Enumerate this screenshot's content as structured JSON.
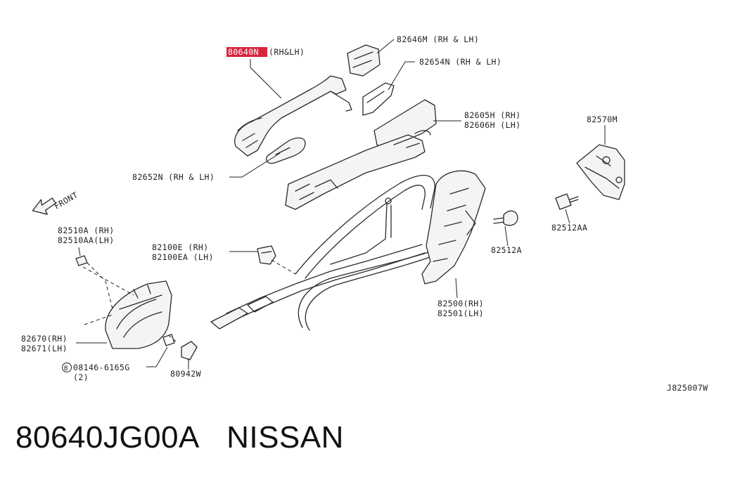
{
  "labels": {
    "handle": "80640N",
    "handle_side": "(RH&LH)",
    "p82646m": "82646M (RH & LH)",
    "p82654n": "82654N (RH & LH)",
    "p82605h": "82605H (RH)",
    "p82606h": "82606H (LH)",
    "p82570m": "82570M",
    "p82652n": "82652N (RH & LH)",
    "front": "FRONT",
    "p82510a": "82510A  (RH)",
    "p82510aa": "82510AA(LH)",
    "p82100e": "82100E  (RH)",
    "p82100ea": "82100EA (LH)",
    "p82512aa": "82512AA",
    "p82512a": "82512A",
    "p82500": "82500(RH)",
    "p82501": "82501(LH)",
    "p82670": "82670(RH)",
    "p82671": "82671(LH)",
    "bolt_b": "B",
    "bolt": "08146-6165G",
    "bolt_qty": "(2)",
    "p80942w": "80942W",
    "diagram_code": "J825007W"
  },
  "caption": {
    "part_number": "80640JG00A",
    "brand": "NISSAN"
  },
  "colors": {
    "highlight": "#d7263d",
    "line": "#2a2a2a"
  }
}
